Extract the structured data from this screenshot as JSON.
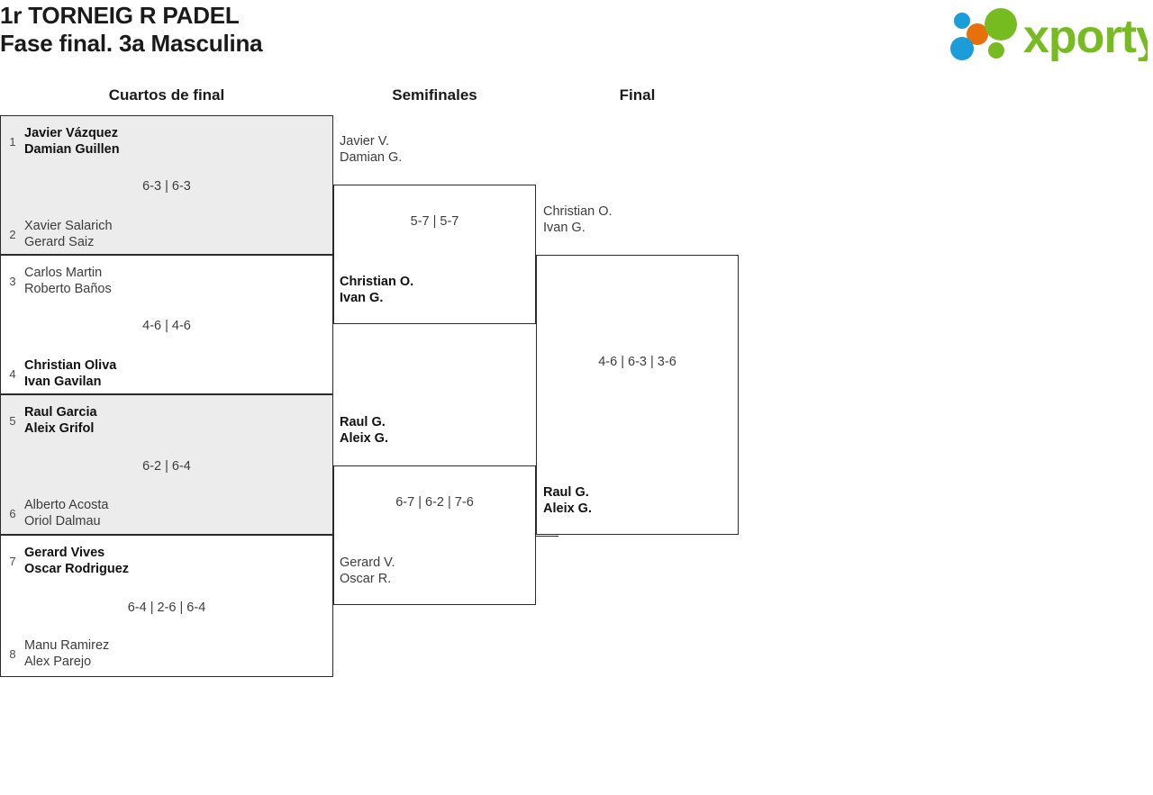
{
  "header": {
    "title_line_1": "1r TORNEIG R PADEL",
    "title_line_2": "Fase final. 3a Masculina",
    "logo_text": "xporty",
    "logo_colors": {
      "green": "#76bc21",
      "blue": "#1b9dd9",
      "orange": "#e8700a"
    }
  },
  "rounds": [
    {
      "key": "qf",
      "label": "Cuartos de final"
    },
    {
      "key": "sf",
      "label": "Semifinales"
    },
    {
      "key": "f",
      "label": "Final"
    }
  ],
  "quarterfinals": [
    {
      "score": "6-3 | 6-3",
      "top": {
        "seed": "1",
        "player1": "Javier Vázquez",
        "player2": "Damian Guillen",
        "winner": true
      },
      "bottom": {
        "seed": "2",
        "player1": "Xavier Salarich",
        "player2": "Gerard Saiz",
        "winner": false
      }
    },
    {
      "score": "4-6 | 4-6",
      "top": {
        "seed": "3",
        "player1": "Carlos Martin",
        "player2": "Roberto Baños",
        "winner": false
      },
      "bottom": {
        "seed": "4",
        "player1": "Christian Oliva",
        "player2": "Ivan Gavilan",
        "winner": true
      }
    },
    {
      "score": "6-2 | 6-4",
      "top": {
        "seed": "5",
        "player1": "Raul Garcia",
        "player2": "Aleix Grifol",
        "winner": true
      },
      "bottom": {
        "seed": "6",
        "player1": "Alberto Acosta",
        "player2": "Oriol Dalmau",
        "winner": false
      }
    },
    {
      "score": "6-4 | 2-6 | 6-4",
      "top": {
        "seed": "7",
        "player1": "Gerard Vives",
        "player2": "Oscar Rodriguez",
        "winner": true
      },
      "bottom": {
        "seed": "8",
        "player1": "Manu Ramirez",
        "player2": "Alex Parejo",
        "winner": false
      }
    }
  ],
  "semifinals": [
    {
      "score": "5-7 | 5-7",
      "top": {
        "player1": "Javier V.",
        "player2": "Damian G.",
        "winner": false
      },
      "bottom": {
        "player1": "Christian O.",
        "player2": "Ivan G.",
        "winner": true
      }
    },
    {
      "score": "6-7 | 6-2 | 7-6",
      "top": {
        "player1": "Raul G.",
        "player2": "Aleix G.",
        "winner": true
      },
      "bottom": {
        "player1": "Gerard V.",
        "player2": "Oscar R.",
        "winner": false
      }
    }
  ],
  "final": {
    "score": "4-6 | 6-3 | 3-6",
    "top": {
      "player1": "Christian O.",
      "player2": "Ivan G.",
      "winner": false
    },
    "bottom": {
      "player1": "Raul G.",
      "player2": "Aleix G.",
      "winner": true
    }
  }
}
